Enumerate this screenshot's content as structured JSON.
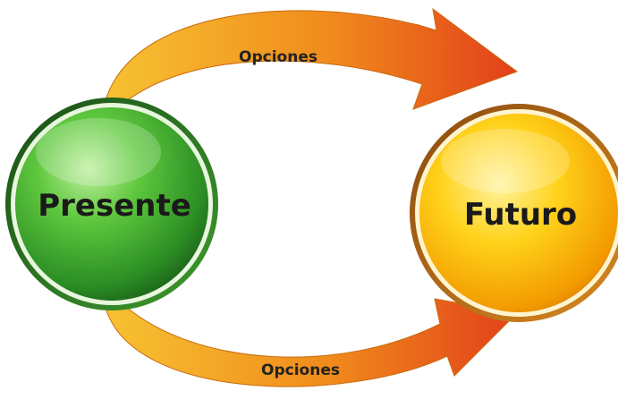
{
  "diagram": {
    "nodes": [
      {
        "id": "presente",
        "label": "Presente",
        "color": "#2e9a2a"
      },
      {
        "id": "futuro",
        "label": "Futuro",
        "color": "#f2a800"
      }
    ],
    "edges": [
      {
        "from": "presente",
        "to": "futuro",
        "label": "Opciones",
        "route": "top"
      },
      {
        "from": "presente",
        "to": "futuro",
        "label": "Opciones",
        "route": "bottom"
      }
    ],
    "colors": {
      "arrow_start": "#f2b21c",
      "arrow_end": "#e2401a"
    }
  }
}
